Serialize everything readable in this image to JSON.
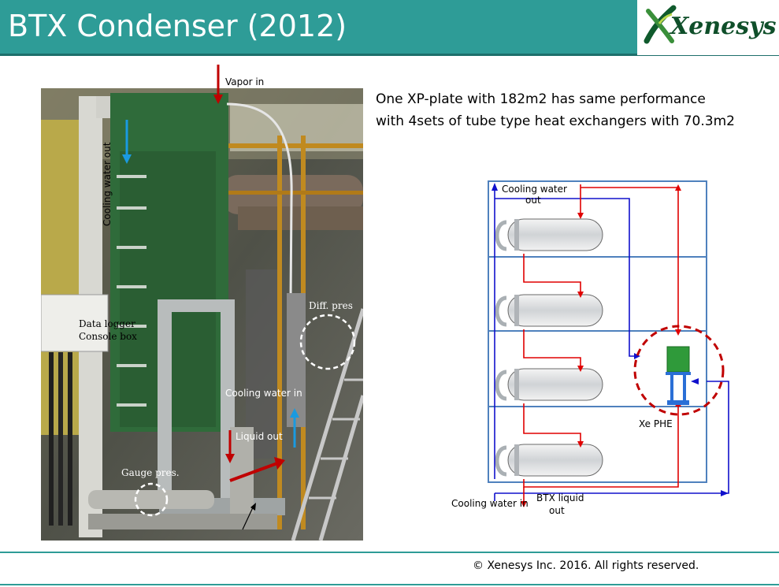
{
  "header": {
    "title": "BTX Condenser (2012)",
    "logo_text": "Xenesys",
    "color": "#2e9c97"
  },
  "photo": {
    "labels": {
      "vapor_in": "Vapor in",
      "cooling_water_out": "Cooling water out",
      "data_logger": "Data logger",
      "console_box": "Console box",
      "diff_pres": "Diff. pres",
      "cooling_water_in": "Cooling water in",
      "liquid_out": "Liquid out",
      "gauge_pres": "Gauge pres."
    }
  },
  "description": {
    "line1": "One XP-plate with 182m2 has same performance",
    "line2": "with 4sets of tube type heat exchangers with 70.3m2"
  },
  "diagram": {
    "cooling_water_out_1": "Cooling water",
    "cooling_water_out_2": "out",
    "xe_phe": "Xe PHE",
    "cooling_water_in": "Cooling water in",
    "btx_liquid_out_1": "BTX liquid",
    "btx_liquid_out_2": "out",
    "colors": {
      "frame": "#4f81bd",
      "hot": "#e00000",
      "cold": "#1010cc",
      "highlight": "#c00000"
    }
  },
  "footer": {
    "copyright": "© Xenesys Inc. 2016. All rights reserved."
  }
}
